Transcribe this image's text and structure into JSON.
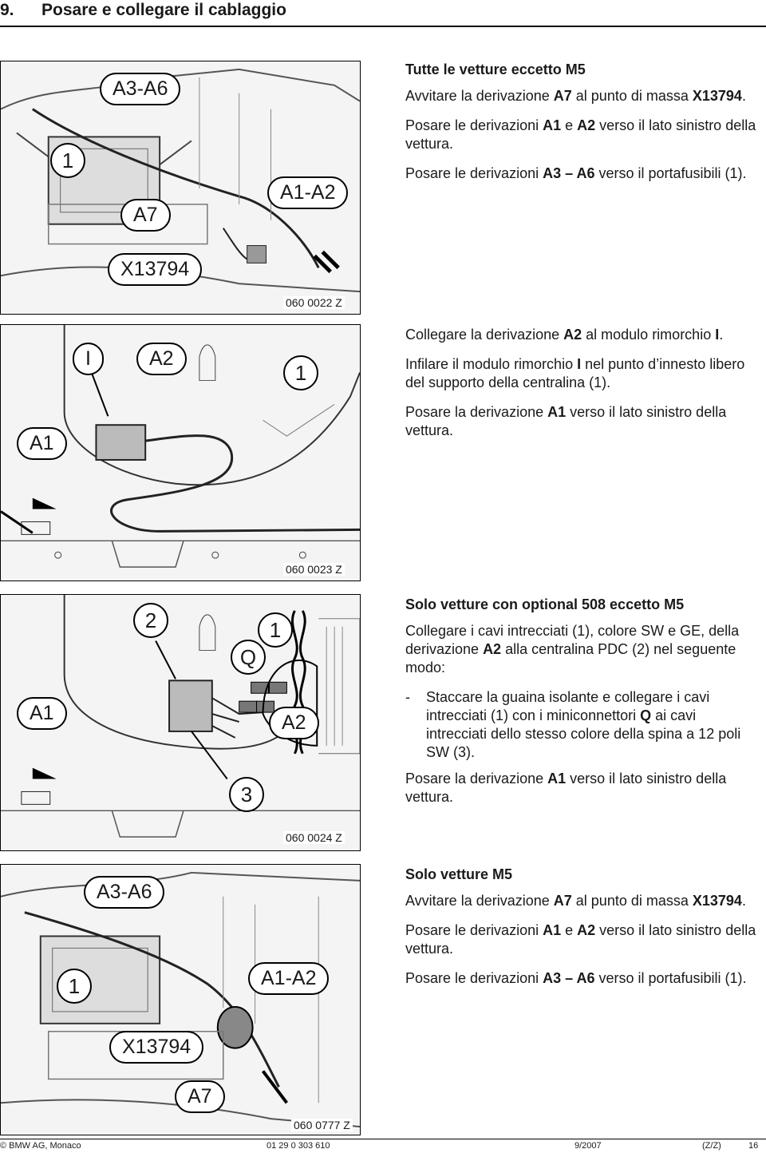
{
  "page": {
    "section_number": "9.",
    "title": "Posare e collegare il cablaggio"
  },
  "figures": [
    {
      "code": "060 0022 Z",
      "callouts": [
        "A3-A6",
        "1",
        "A7",
        "A1-A2",
        "X13794"
      ]
    },
    {
      "code": "060 0023 Z",
      "callouts": [
        "I",
        "A2",
        "1",
        "A1"
      ]
    },
    {
      "code": "060 0024 Z",
      "callouts": [
        "2",
        "1",
        "Q",
        "A1",
        "A2",
        "3"
      ]
    },
    {
      "code": "060 0777 Z",
      "callouts": [
        "A3-A6",
        "1",
        "A1-A2",
        "X13794",
        "A7"
      ]
    }
  ],
  "sections": {
    "s1": {
      "heading": "Tutte le vetture eccetto M5",
      "p1": [
        "Avvitare la derivazione ",
        "A7",
        " al punto di massa ",
        "X13794",
        "."
      ],
      "p2": [
        "Posare le derivazioni ",
        "A1",
        " e ",
        "A2",
        " verso il lato sinistro della vettura."
      ],
      "p3": [
        "Posare le derivazioni ",
        "A3 – A6",
        " verso il portafusibili (1)."
      ]
    },
    "s2": {
      "p1": [
        "Collegare la derivazione ",
        "A2",
        " al modulo rimorchio ",
        "I",
        "."
      ],
      "p2": [
        "Infilare il modulo rimorchio ",
        "I",
        " nel punto d’innesto libero del supporto della centralina (1)."
      ],
      "p3": [
        "Posare la derivazione ",
        "A1",
        " verso il lato sinistro della vettura."
      ]
    },
    "s3": {
      "heading": "Solo vetture con optional 508 eccetto M5",
      "p1": [
        "Collegare i cavi intrecciati (1), colore SW e GE, della derivazione ",
        "A2",
        " alla centralina PDC (2) nel seguente modo:"
      ],
      "dash": "-",
      "item": [
        "Staccare la guaina isolante e collegare i cavi intrecciati (1) con i miniconnettori ",
        "Q",
        " ai cavi intrecciati dello stesso colore della spina a 12 poli SW (3)."
      ],
      "p2": [
        "Posare la derivazione ",
        "A1",
        " verso il lato sinistro della vettura."
      ]
    },
    "s4": {
      "heading": "Solo vetture M5",
      "p1": [
        "Avvitare la derivazione ",
        "A7",
        " al punto di massa ",
        "X13794",
        "."
      ],
      "p2": [
        "Posare le derivazioni ",
        "A1",
        " e ",
        "A2",
        " verso il lato sinistro della vettura."
      ],
      "p3": [
        "Posare le derivazioni ",
        "A3 – A6",
        " verso il portafusibili (1)."
      ]
    }
  },
  "footer": {
    "copyright": "© BMW AG, Monaco",
    "doc_number": "01 29 0 303 610",
    "date": "9/2007",
    "code": "(Z/Z)",
    "page": "16"
  }
}
